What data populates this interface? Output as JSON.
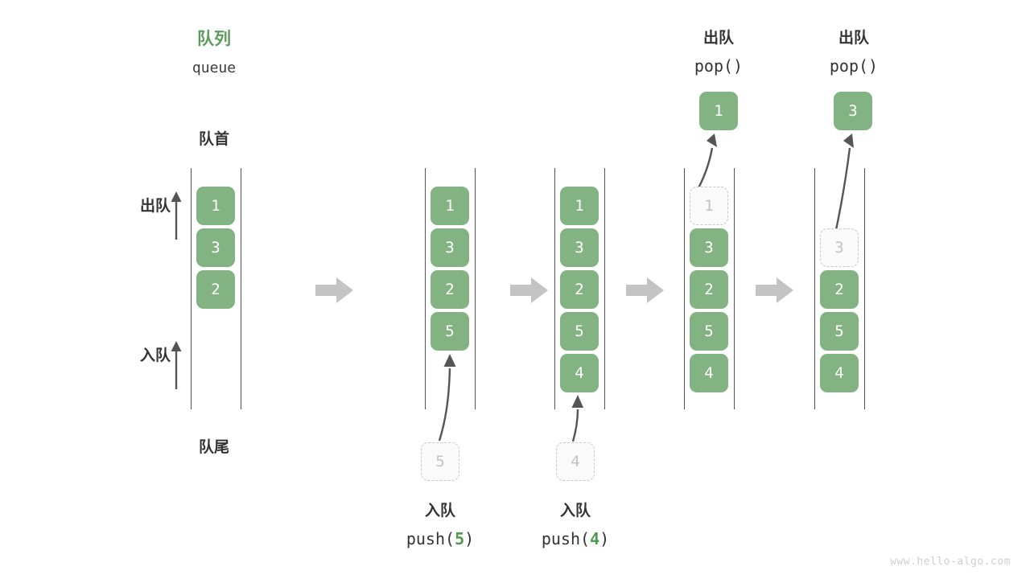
{
  "meta": {
    "watermark": "www.hello-algo.com",
    "accent_green": "#5b9c5b",
    "cell_green": "#83b383",
    "ghost_gray": "#c8c8c8",
    "arrow_gray": "#c4c4c4",
    "text_dark": "#333333"
  },
  "header": {
    "title_cn": "队列",
    "title_code": "queue",
    "front_label": "队首",
    "rear_label": "队尾"
  },
  "side_ops": {
    "dequeue_cn": "出队",
    "enqueue_cn": "入队"
  },
  "stages": [
    {
      "id": "stage-initial",
      "cells": [
        {
          "value": "1",
          "state": "filled"
        },
        {
          "value": "3",
          "state": "filled"
        },
        {
          "value": "2",
          "state": "filled"
        }
      ]
    },
    {
      "id": "stage-push-5",
      "cells": [
        {
          "value": "1",
          "state": "filled"
        },
        {
          "value": "3",
          "state": "filled"
        },
        {
          "value": "2",
          "state": "filled"
        },
        {
          "value": "5",
          "state": "filled"
        }
      ],
      "incoming": {
        "value": "5",
        "state": "ghost"
      },
      "caption_cn": "入队",
      "caption_code": "push(",
      "caption_num": "5",
      "caption_code_end": ")"
    },
    {
      "id": "stage-push-4",
      "cells": [
        {
          "value": "1",
          "state": "filled"
        },
        {
          "value": "3",
          "state": "filled"
        },
        {
          "value": "2",
          "state": "filled"
        },
        {
          "value": "5",
          "state": "filled"
        },
        {
          "value": "4",
          "state": "filled"
        }
      ],
      "incoming": {
        "value": "4",
        "state": "ghost"
      },
      "caption_cn": "入队",
      "caption_code": "push(",
      "caption_num": "4",
      "caption_code_end": ")"
    },
    {
      "id": "stage-pop-1",
      "cells": [
        {
          "value": "1",
          "state": "ghost"
        },
        {
          "value": "3",
          "state": "filled"
        },
        {
          "value": "2",
          "state": "filled"
        },
        {
          "value": "5",
          "state": "filled"
        },
        {
          "value": "4",
          "state": "filled"
        }
      ],
      "outgoing": {
        "value": "1",
        "state": "filled"
      },
      "header_cn": "出队",
      "header_code": "pop()"
    },
    {
      "id": "stage-pop-3",
      "cells": [
        {
          "value": "",
          "state": "empty"
        },
        {
          "value": "3",
          "state": "ghost"
        },
        {
          "value": "2",
          "state": "filled"
        },
        {
          "value": "5",
          "state": "filled"
        },
        {
          "value": "4",
          "state": "filled"
        }
      ],
      "outgoing": {
        "value": "3",
        "state": "filled"
      },
      "header_cn": "出队",
      "header_code": "pop()"
    }
  ]
}
